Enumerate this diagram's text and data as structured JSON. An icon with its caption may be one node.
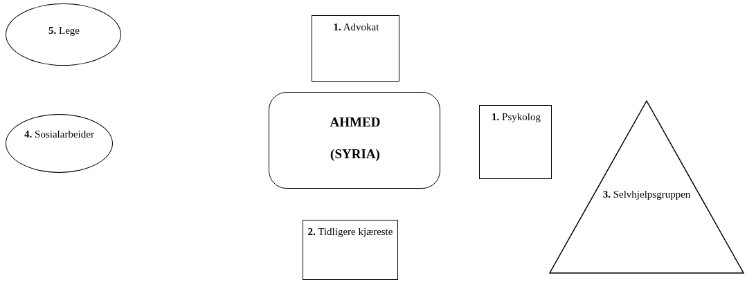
{
  "diagram": {
    "nodes": [
      {
        "text": [
          "**5.** Lege"
        ]
      },
      {
        "text": [
          "**1.** Advokat"
        ]
      },
      {
        "text": [
          "AHMED (SYRIA)"
        ]
      },
      {
        "text": [
          "**1.** Psykolog"
        ]
      },
      {
        "text": [
          "**3.** Selvhjelpsgruppen"
        ]
      },
      {
        "text": [
          "**4.** Sosialarbeider"
        ]
      },
      {
        "text": [
          "**2.** Tidligere kjæreste"
        ]
      }
    ],
    "edges": []
  }
}
